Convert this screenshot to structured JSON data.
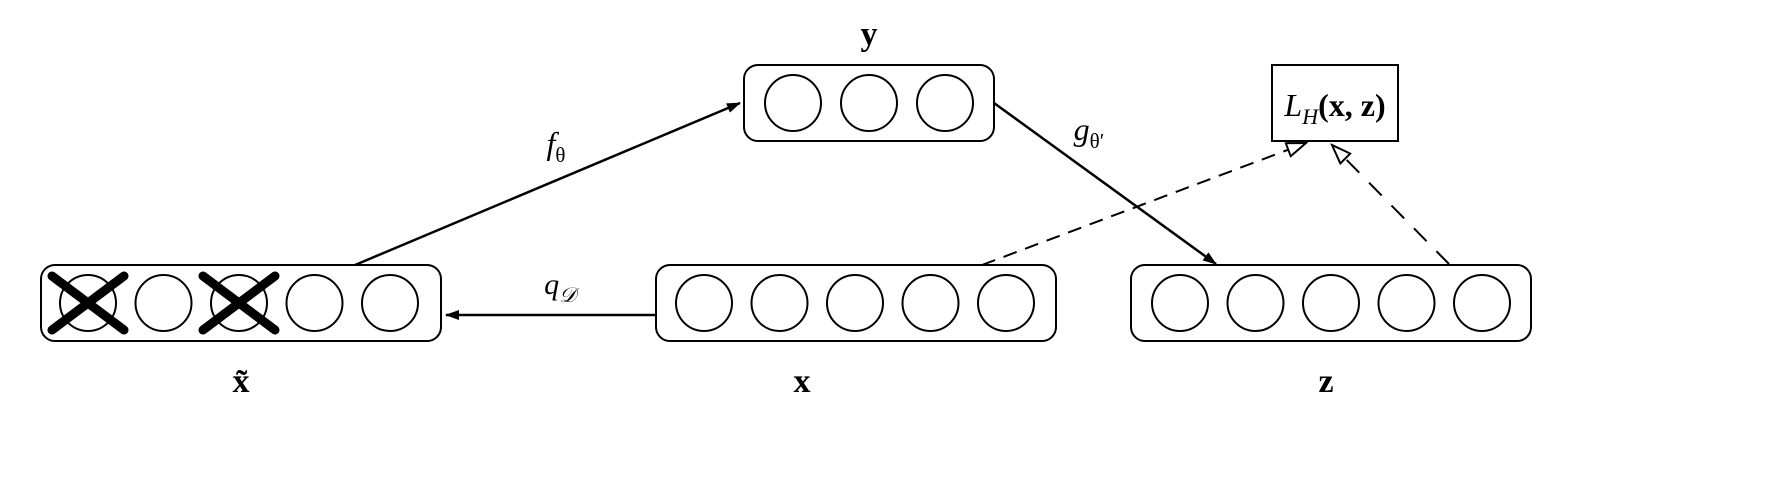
{
  "layers": {
    "x_tilde": {
      "label": "x̃",
      "units": 5,
      "corrupted_units": [
        1,
        3
      ]
    },
    "x": {
      "label": "x",
      "units": 5
    },
    "y": {
      "label": "y",
      "units": 3
    },
    "z": {
      "label": "z",
      "units": 5
    }
  },
  "arrows": {
    "corruption": {
      "label_main": "q",
      "label_sub": "𝒟"
    },
    "encoder": {
      "label_main": "f",
      "label_sub": "θ"
    },
    "decoder": {
      "label_main": "g",
      "label_sub": "θ′"
    }
  },
  "loss": {
    "label_main": "L",
    "label_sub": "H",
    "label_args": "(x, z)"
  }
}
